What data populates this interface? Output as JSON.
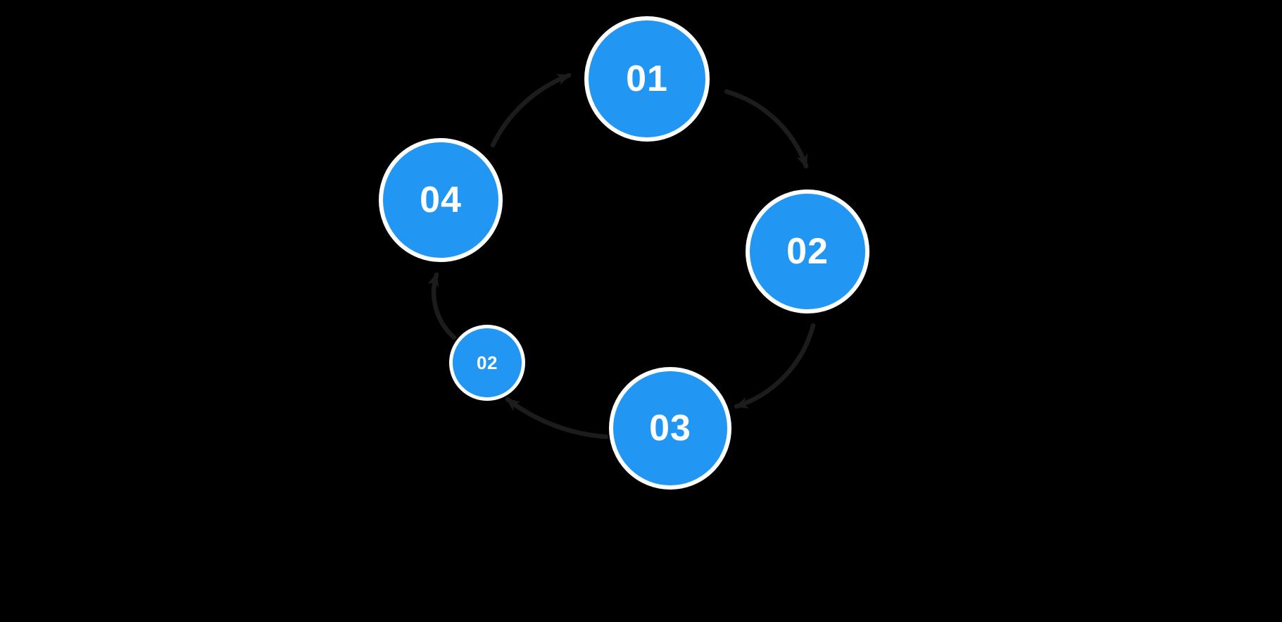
{
  "diagram": {
    "type": "cycle",
    "direction": "clockwise",
    "nodes": [
      {
        "id": "node-01",
        "label": "01",
        "size": "large"
      },
      {
        "id": "node-02",
        "label": "02",
        "size": "large"
      },
      {
        "id": "node-03",
        "label": "03",
        "size": "large"
      },
      {
        "id": "node-02-small",
        "label": "02",
        "size": "small"
      },
      {
        "id": "node-04",
        "label": "04",
        "size": "large"
      }
    ],
    "arrows": [
      {
        "from": "node-04",
        "to": "node-01"
      },
      {
        "from": "node-01",
        "to": "node-02"
      },
      {
        "from": "node-02",
        "to": "node-03"
      },
      {
        "from": "node-03",
        "to": "node-02-small"
      },
      {
        "from": "node-02-small",
        "to": "node-04"
      }
    ],
    "colors": {
      "background": "#000000",
      "node_fill": "#2196F3",
      "node_border": "#FFFFFF",
      "node_text": "#FFFFFF",
      "arrow": "#1C1C1C"
    }
  }
}
